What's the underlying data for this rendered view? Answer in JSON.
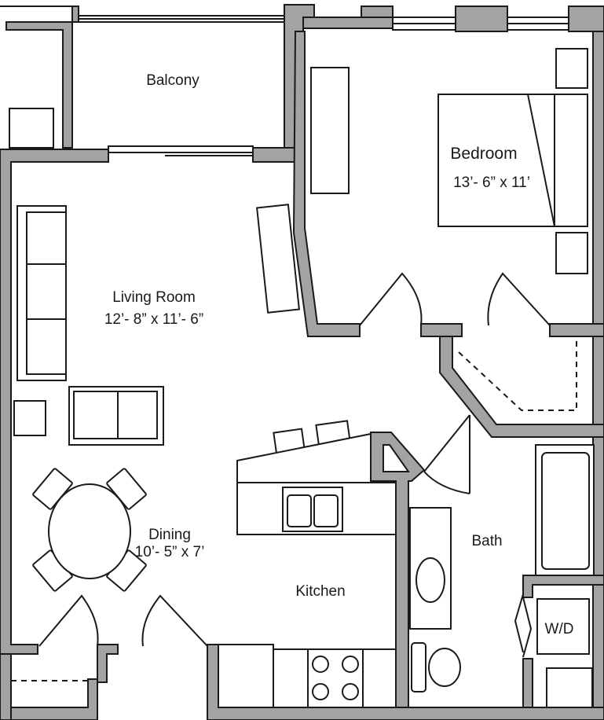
{
  "rooms": {
    "balcony": {
      "name": "Balcony"
    },
    "bedroom": {
      "name": "Bedroom",
      "size": "13’- 6” x 11’"
    },
    "living": {
      "name": "Living Room",
      "size": "12’- 8” x 11’- 6”"
    },
    "dining": {
      "name": "Dining",
      "size": "10’- 5” x 7’"
    },
    "kitchen": {
      "name": "Kitchen"
    },
    "bath": {
      "name": "Bath"
    }
  },
  "appliances": {
    "washer_dryer": "W/D"
  }
}
